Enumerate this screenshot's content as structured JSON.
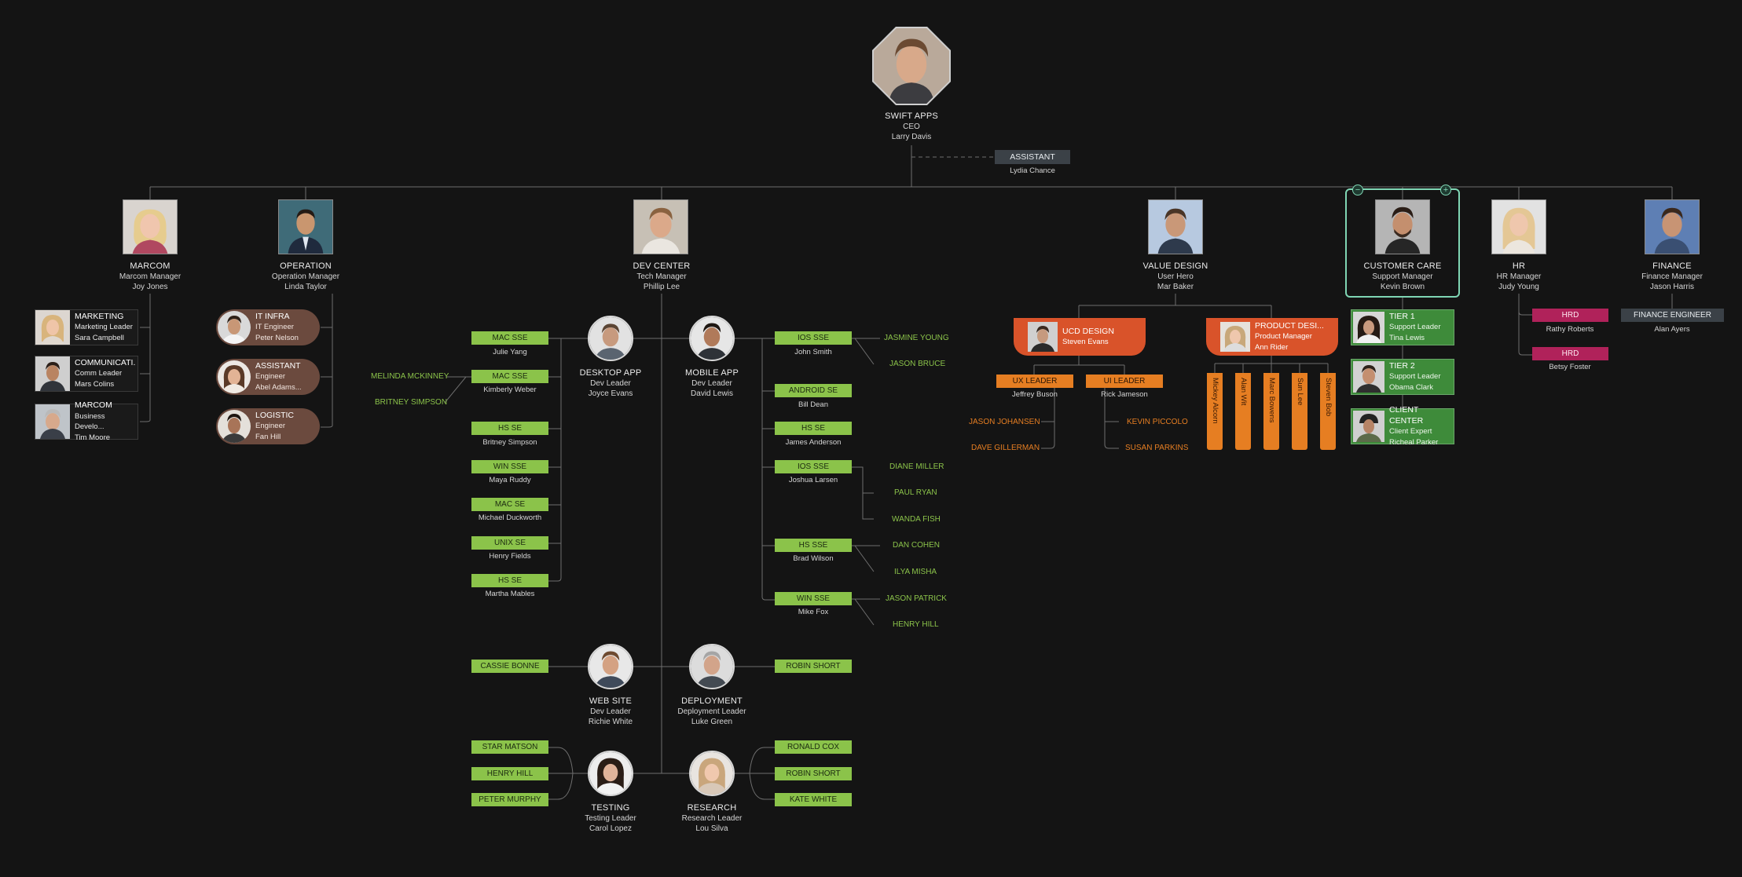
{
  "ceo": {
    "title": "SWIFT APPS",
    "role": "CEO",
    "name": "Larry Davis"
  },
  "assistant": {
    "label": "ASSISTANT",
    "name": "Lydia Chance"
  },
  "managers": [
    {
      "title": "MARCOM",
      "role": "Marcom Manager",
      "name": "Joy Jones"
    },
    {
      "title": "OPERATION",
      "role": "Operation Manager",
      "name": "Linda Taylor"
    },
    {
      "title": "DEV CENTER",
      "role": "Tech Manager",
      "name": "Phillip Lee"
    },
    {
      "title": "VALUE DESIGN",
      "role": "User Hero",
      "name": "Mar Baker"
    },
    {
      "title": "CUSTOMER CARE",
      "role": "Support Manager",
      "name": "Kevin Brown"
    },
    {
      "title": "HR",
      "role": "HR Manager",
      "name": "Judy Young"
    },
    {
      "title": "FINANCE",
      "role": "Finance Manager",
      "name": "Jason Harris"
    }
  ],
  "marcom_cards": [
    {
      "title": "MARKETING",
      "role": "Marketing Leader",
      "name": "Sara Campbell"
    },
    {
      "title": "COMMUNICATI...",
      "role": "Comm Leader",
      "name": "Mars Colins"
    },
    {
      "title": "MARCOM",
      "role": "Business Develo...",
      "name": "Tim Moore"
    }
  ],
  "operation_cards": [
    {
      "title": "IT INFRA",
      "role": "IT Engineer",
      "name": "Peter Nelson"
    },
    {
      "title": "ASSISTANT",
      "role": "Engineer",
      "name": "Abel Adams..."
    },
    {
      "title": "LOGISTIC",
      "role": "Engineer",
      "name": "Fan Hill"
    }
  ],
  "dev_leads": [
    {
      "title": "DESKTOP APP",
      "role": "Dev Leader",
      "name": "Joyce Evans"
    },
    {
      "title": "MOBILE APP",
      "role": "Dev Leader",
      "name": "David Lewis"
    },
    {
      "title": "WEB SITE",
      "role": "Dev Leader",
      "name": "Richie White"
    },
    {
      "title": "DEPLOYMENT",
      "role": "Deployment Leader",
      "name": "Luke Green"
    },
    {
      "title": "TESTING",
      "role": "Testing Leader",
      "name": "Carol Lopez"
    },
    {
      "title": "RESEARCH",
      "role": "Research Leader",
      "name": "Lou Silva"
    }
  ],
  "desktop_roles": [
    {
      "label": "MAC SSE",
      "name": "Julie Yang"
    },
    {
      "label": "MAC SSE",
      "name": "Kimberly Weber"
    },
    {
      "label": "HS SE",
      "name": "Britney Simpson"
    },
    {
      "label": "WIN SSE",
      "name": "Maya Ruddy"
    },
    {
      "label": "MAC SE",
      "name": "Michael Duckworth"
    },
    {
      "label": "UNIX SE",
      "name": "Henry Fields"
    },
    {
      "label": "HS SE",
      "name": "Martha Mables"
    }
  ],
  "desktop_assistants": [
    "MELINDA MCKINNEY",
    "BRITNEY SIMPSON"
  ],
  "mobile_roles": [
    {
      "label": "IOS SSE",
      "name": "John Smith"
    },
    {
      "label": "ANDROID SE",
      "name": "Bill Dean"
    },
    {
      "label": "HS SE",
      "name": "James Anderson"
    },
    {
      "label": "IOS SSE",
      "name": "Joshua Larsen"
    },
    {
      "label": "HS SSE",
      "name": "Brad Wilson"
    },
    {
      "label": "WIN SSE",
      "name": "Mike Fox"
    }
  ],
  "mobile_assistants": {
    "g0": [
      "JASMINE YOUNG",
      "JASON BRUCE"
    ],
    "g3": [
      "DIANE MILLER",
      "PAUL RYAN",
      "WANDA FISH"
    ],
    "g4": [
      "DAN COHEN",
      "ILYA MISHA"
    ],
    "g5": [
      "JASON PATRICK",
      "HENRY HILL"
    ]
  },
  "web_member": "CASSIE BONNE",
  "deploy_member": "ROBIN SHORT",
  "testing_members": [
    "STAR MATSON",
    "HENRY HILL",
    "PETER MURPHY"
  ],
  "research_members": [
    "RONALD COX",
    "ROBIN SHORT",
    "KATE WHITE"
  ],
  "ucd": {
    "title": "UCD DESIGN",
    "name": "Steven Evans"
  },
  "product": {
    "title": "PRODUCT DESI...",
    "role": "Product Manager",
    "name": "Ann Rider"
  },
  "ux": {
    "label": "UX LEADER",
    "name": "Jeffrey Buson",
    "team": [
      "JASON JOHANSEN",
      "DAVE GILLERMAN"
    ]
  },
  "ui": {
    "label": "UI LEADER",
    "name": "Rick Jameson",
    "team": [
      "KEVIN PICCOLO",
      "SUSAN PARKINS"
    ]
  },
  "product_team": [
    "Mickey Alcorn",
    "Alan Wit",
    "Marc Bowens",
    "Sun Lee",
    "Steven Bob"
  ],
  "care_cards": [
    {
      "title": "TIER 1",
      "role": "Support Leader",
      "name": "Tina Lewis"
    },
    {
      "title": "TIER 2",
      "role": "Support Leader",
      "name": "Obama Clark"
    },
    {
      "title": "CLIENT CENTER",
      "role": "Client Expert",
      "name": "Richeal Parker"
    }
  ],
  "hr_staff": [
    {
      "label": "HRD",
      "name": "Rathy Roberts"
    },
    {
      "label": "HRD",
      "name": "Betsy Foster"
    }
  ],
  "finance_staff": {
    "label": "FINANCE ENGINEER",
    "name": "Alan Ayers"
  },
  "controls": {
    "collapse": "−",
    "expand": "+"
  },
  "colors": {
    "background": "#141414",
    "green": "#8bc34a",
    "orange": "#e67e22",
    "pink": "#b0225a",
    "teal": "#7fd6b4"
  }
}
